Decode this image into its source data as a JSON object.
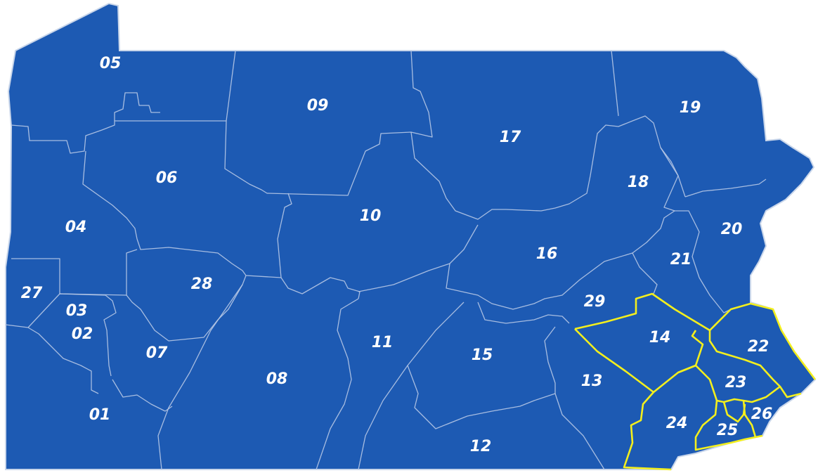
{
  "map": {
    "colors": {
      "fill": "#1d5ab3",
      "border": "#b7c8e6",
      "highlight": "#f3ef1d",
      "label": "#ffffff"
    },
    "highlighted": [
      "14",
      "22",
      "23",
      "24",
      "25",
      "26"
    ],
    "districts": [
      {
        "id": "01"
      },
      {
        "id": "02"
      },
      {
        "id": "03"
      },
      {
        "id": "04"
      },
      {
        "id": "05"
      },
      {
        "id": "06"
      },
      {
        "id": "07"
      },
      {
        "id": "08"
      },
      {
        "id": "09"
      },
      {
        "id": "10"
      },
      {
        "id": "11"
      },
      {
        "id": "12"
      },
      {
        "id": "13"
      },
      {
        "id": "14"
      },
      {
        "id": "15"
      },
      {
        "id": "16"
      },
      {
        "id": "17"
      },
      {
        "id": "18"
      },
      {
        "id": "19"
      },
      {
        "id": "20"
      },
      {
        "id": "21"
      },
      {
        "id": "22"
      },
      {
        "id": "23"
      },
      {
        "id": "24"
      },
      {
        "id": "25"
      },
      {
        "id": "26"
      },
      {
        "id": "27"
      },
      {
        "id": "28"
      },
      {
        "id": "29"
      }
    ]
  }
}
